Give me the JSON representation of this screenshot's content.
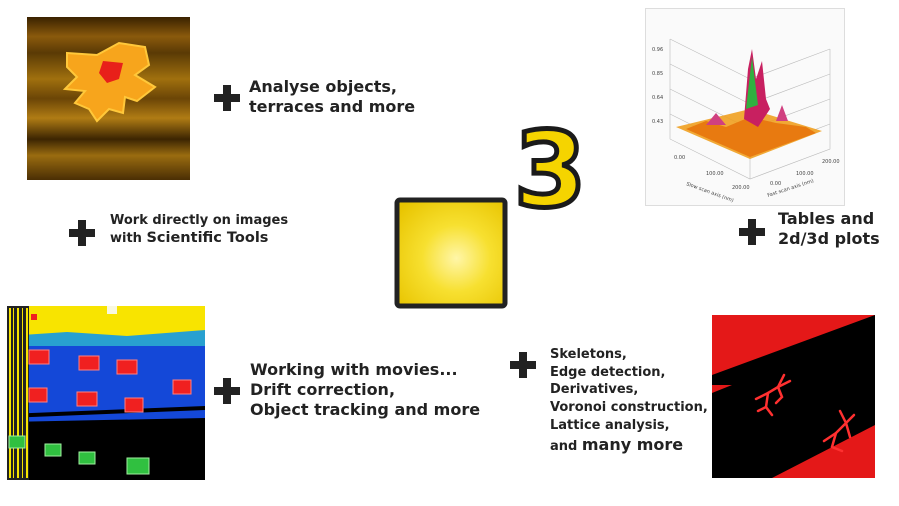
{
  "captions": {
    "analyse": [
      "Analyse objects,",
      "terraces and more"
    ],
    "work_line1": "Work directly on images",
    "work_with": "with ",
    "work_tools": "Scientific Tools",
    "tables": [
      "Tables and",
      "2d/3d plots"
    ],
    "movies": [
      "Working with movies...",
      "Drift correction,",
      "Object tracking and more"
    ],
    "skeletons": [
      "Skeletons,",
      "Edge detection,",
      "Derivatives,",
      "Voronoi construction,",
      "Lattice analysis,"
    ],
    "many_and": "and ",
    "many_more": "many more"
  },
  "logo": {
    "superscript": "3"
  },
  "plot_axis": {
    "x_label": "Slow scan axis (nm)",
    "y_label": "Fast scan axis (nm)",
    "x_ticks": [
      "0.00",
      "100.00",
      "200.00"
    ],
    "y_ticks": [
      "0.00",
      "100.00",
      "200.00"
    ],
    "z_ticks": [
      "0.96",
      "0.85",
      "0.64",
      "0.43"
    ]
  },
  "colors": {
    "logo_yellow": "#f5d400",
    "accent_red": "#e8141a",
    "dark_text": "#222222"
  }
}
